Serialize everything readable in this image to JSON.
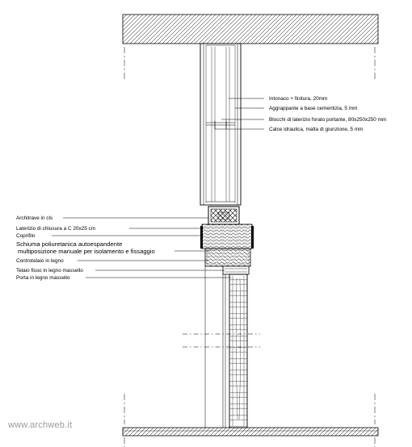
{
  "drawing": {
    "labels_right": [
      "Intonaco + finitura, 20mm",
      "Aggrappante a base cementizia, 5 mm",
      "Blocchi di laterizio forato portante, 80x250x250 mm",
      "Calce idraulica, malta di giunzione, 5 mm"
    ],
    "labels_left": [
      "Architrave in cls",
      "Laterizio di chiusura a C 20x25 cm",
      "Coprifilo",
      "Schiuma poliuretanica autoespandente",
      "multiposizione manuale per isolamento e fissaggio",
      "Controtelaio in legno",
      "Telaio fisso in legno massello",
      "Porta in legno massello"
    ]
  },
  "watermark": "www.archweb.it"
}
